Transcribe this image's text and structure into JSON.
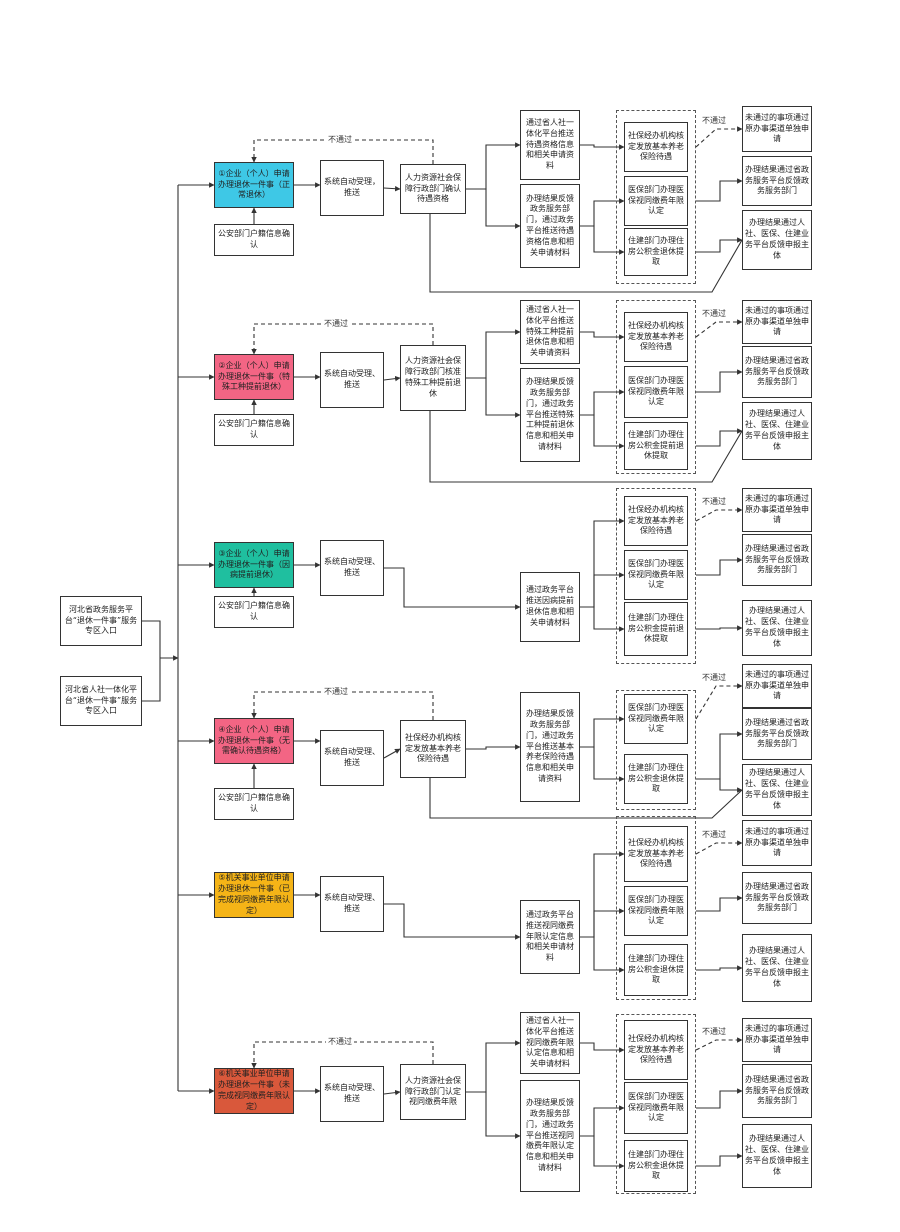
{
  "colors": {
    "s1": "#3ec8e6",
    "s2": "#f36584",
    "s3": "#1fbf9f",
    "s4": "#f36584",
    "s5": "#f5b417",
    "s6": "#d9583b",
    "line": "#333333"
  },
  "entries": [
    "河北省政务服务平台“退休一件事”服务专区入口",
    "河北省人社一体化平台“退休一件事”服务专区入口"
  ],
  "labels": {
    "not_pass": "不通过"
  },
  "sections": [
    {
      "start": "①企业（个人）申请办理退休一件事（正常退休）",
      "police": "公安部门户籍信息确认",
      "system": "系统自动受理，推送",
      "review": "人力资源社会保障行政部门确认待遇资格",
      "push": [
        "通过省人社一体化平台推送待遇资格信息和相关申请资料",
        "办理结果反馈政务服务部门，通过政务平台推送待遇资格信息和相关申请材料"
      ],
      "handle": [
        "社保经办机构核定发放基本养老保险待遇",
        "医保部门办理医保视同缴费年限认定",
        "住建部门办理住房公积金退休提取"
      ],
      "result": [
        "未通过的事项通过原办事渠道单独申请",
        "办理结果通过省政务服务平台反馈政务服务部门",
        "办理结果通过人社、医保、住建业务平台反馈申报主体"
      ]
    },
    {
      "start": "②企业（个人）申请办理退休一件事（特殊工种提前退休）",
      "police": "公安部门户籍信息确认",
      "system": "系统自动受理、推送",
      "review": "人力资源社会保障行政部门核准特殊工种提前退休",
      "push": [
        "通过省人社一体化平台推送特殊工种提前退休信息和相关申请资料",
        "办理结果反馈政务服务部门，通过政务平台推送特殊工种提前退休信息和相关申请材料"
      ],
      "handle": [
        "社保经办机构核定发放基本养老保险待遇",
        "医保部门办理医保视同缴费年限认定",
        "住建部门办理住房公积金提前退休提取"
      ],
      "result": [
        "未通过的事项通过原办事渠道单独申请",
        "办理结果通过省政务服务平台反馈政务服务部门",
        "办理结果通过人社、医保、住建业务平台反馈申报主体"
      ]
    },
    {
      "start": "③企业（个人）申请办理退休一件事（因病提前退休）",
      "police": "公安部门户籍信息确认",
      "system": "系统自动受理、推送",
      "push": [
        "通过政务平台推送因病提前退休信息和相关申请材料"
      ],
      "handle": [
        "社保经办机构核定发放基本养老保险待遇",
        "医保部门办理医保视同缴费年限认定",
        "住建部门办理住房公积金提前退休提取"
      ],
      "result": [
        "未通过的事项通过原办事渠道单独申请",
        "办理结果通过省政务服务平台反馈政务服务部门",
        "办理结果通过人社、医保、住建业务平台反馈申报主体"
      ]
    },
    {
      "start": "④企业（个人）申请办理退休一件事（无需确认待遇资格）",
      "police": "公安部门户籍信息确认",
      "system": "系统自动受理、推送",
      "review": "社保经办机构核定发放基本养老保险待遇",
      "push": [
        "办理结果反馈政务服务部门，通过政务平台推送基本养老保险待遇信息和相关申请资料"
      ],
      "handle": [
        "医保部门办理医保视同缴费年限认定",
        "住建部门办理住房公积金退休提取"
      ],
      "result": [
        "未通过的事项通过原办事渠道单独申请",
        "办理结果通过省政务服务平台反馈政务服务部门",
        "办理结果通过人社、医保、住建业务平台反馈申报主体"
      ]
    },
    {
      "start": "⑤机关事业单位申请办理退休一件事（已完成视同缴费年限认定）",
      "system": "系统自动受理、推送",
      "push": [
        "通过政务平台推送视同缴费年限认定信息和相关申请材料"
      ],
      "handle": [
        "社保经办机构核定发放基本养老保险待遇",
        "医保部门办理医保视同缴费年限认定",
        "住建部门办理住房公积金退休提取"
      ],
      "result": [
        "未通过的事项通过原办事渠道单独申请",
        "办理结果通过省政务服务平台反馈政务服务部门",
        "办理结果通过人社、医保、住建业务平台反馈申报主体"
      ]
    },
    {
      "start": "⑥机关事业单位申请办理退休一件事（未完成视同缴费年限认定）",
      "system": "系统自动受理、推送",
      "review": "人力资源社会保障行政部门认定视同缴费年限",
      "push": [
        "通过省人社一体化平台推送视同缴费年限认定信息和相关申请材料",
        "办理结果反馈政务服务部门，通过政务平台推送视同缴费年限认定信息和相关申请材料"
      ],
      "handle": [
        "社保经办机构核定发放基本养老保险待遇",
        "医保部门办理医保视同缴费年限认定",
        "住建部门办理住房公积金退休提取"
      ],
      "result": [
        "未通过的事项通过原办事渠道单独申请",
        "办理结果通过省政务服务平台反馈政务服务部门",
        "办理结果通过人社、医保、住建业务平台反馈申报主体"
      ]
    }
  ]
}
